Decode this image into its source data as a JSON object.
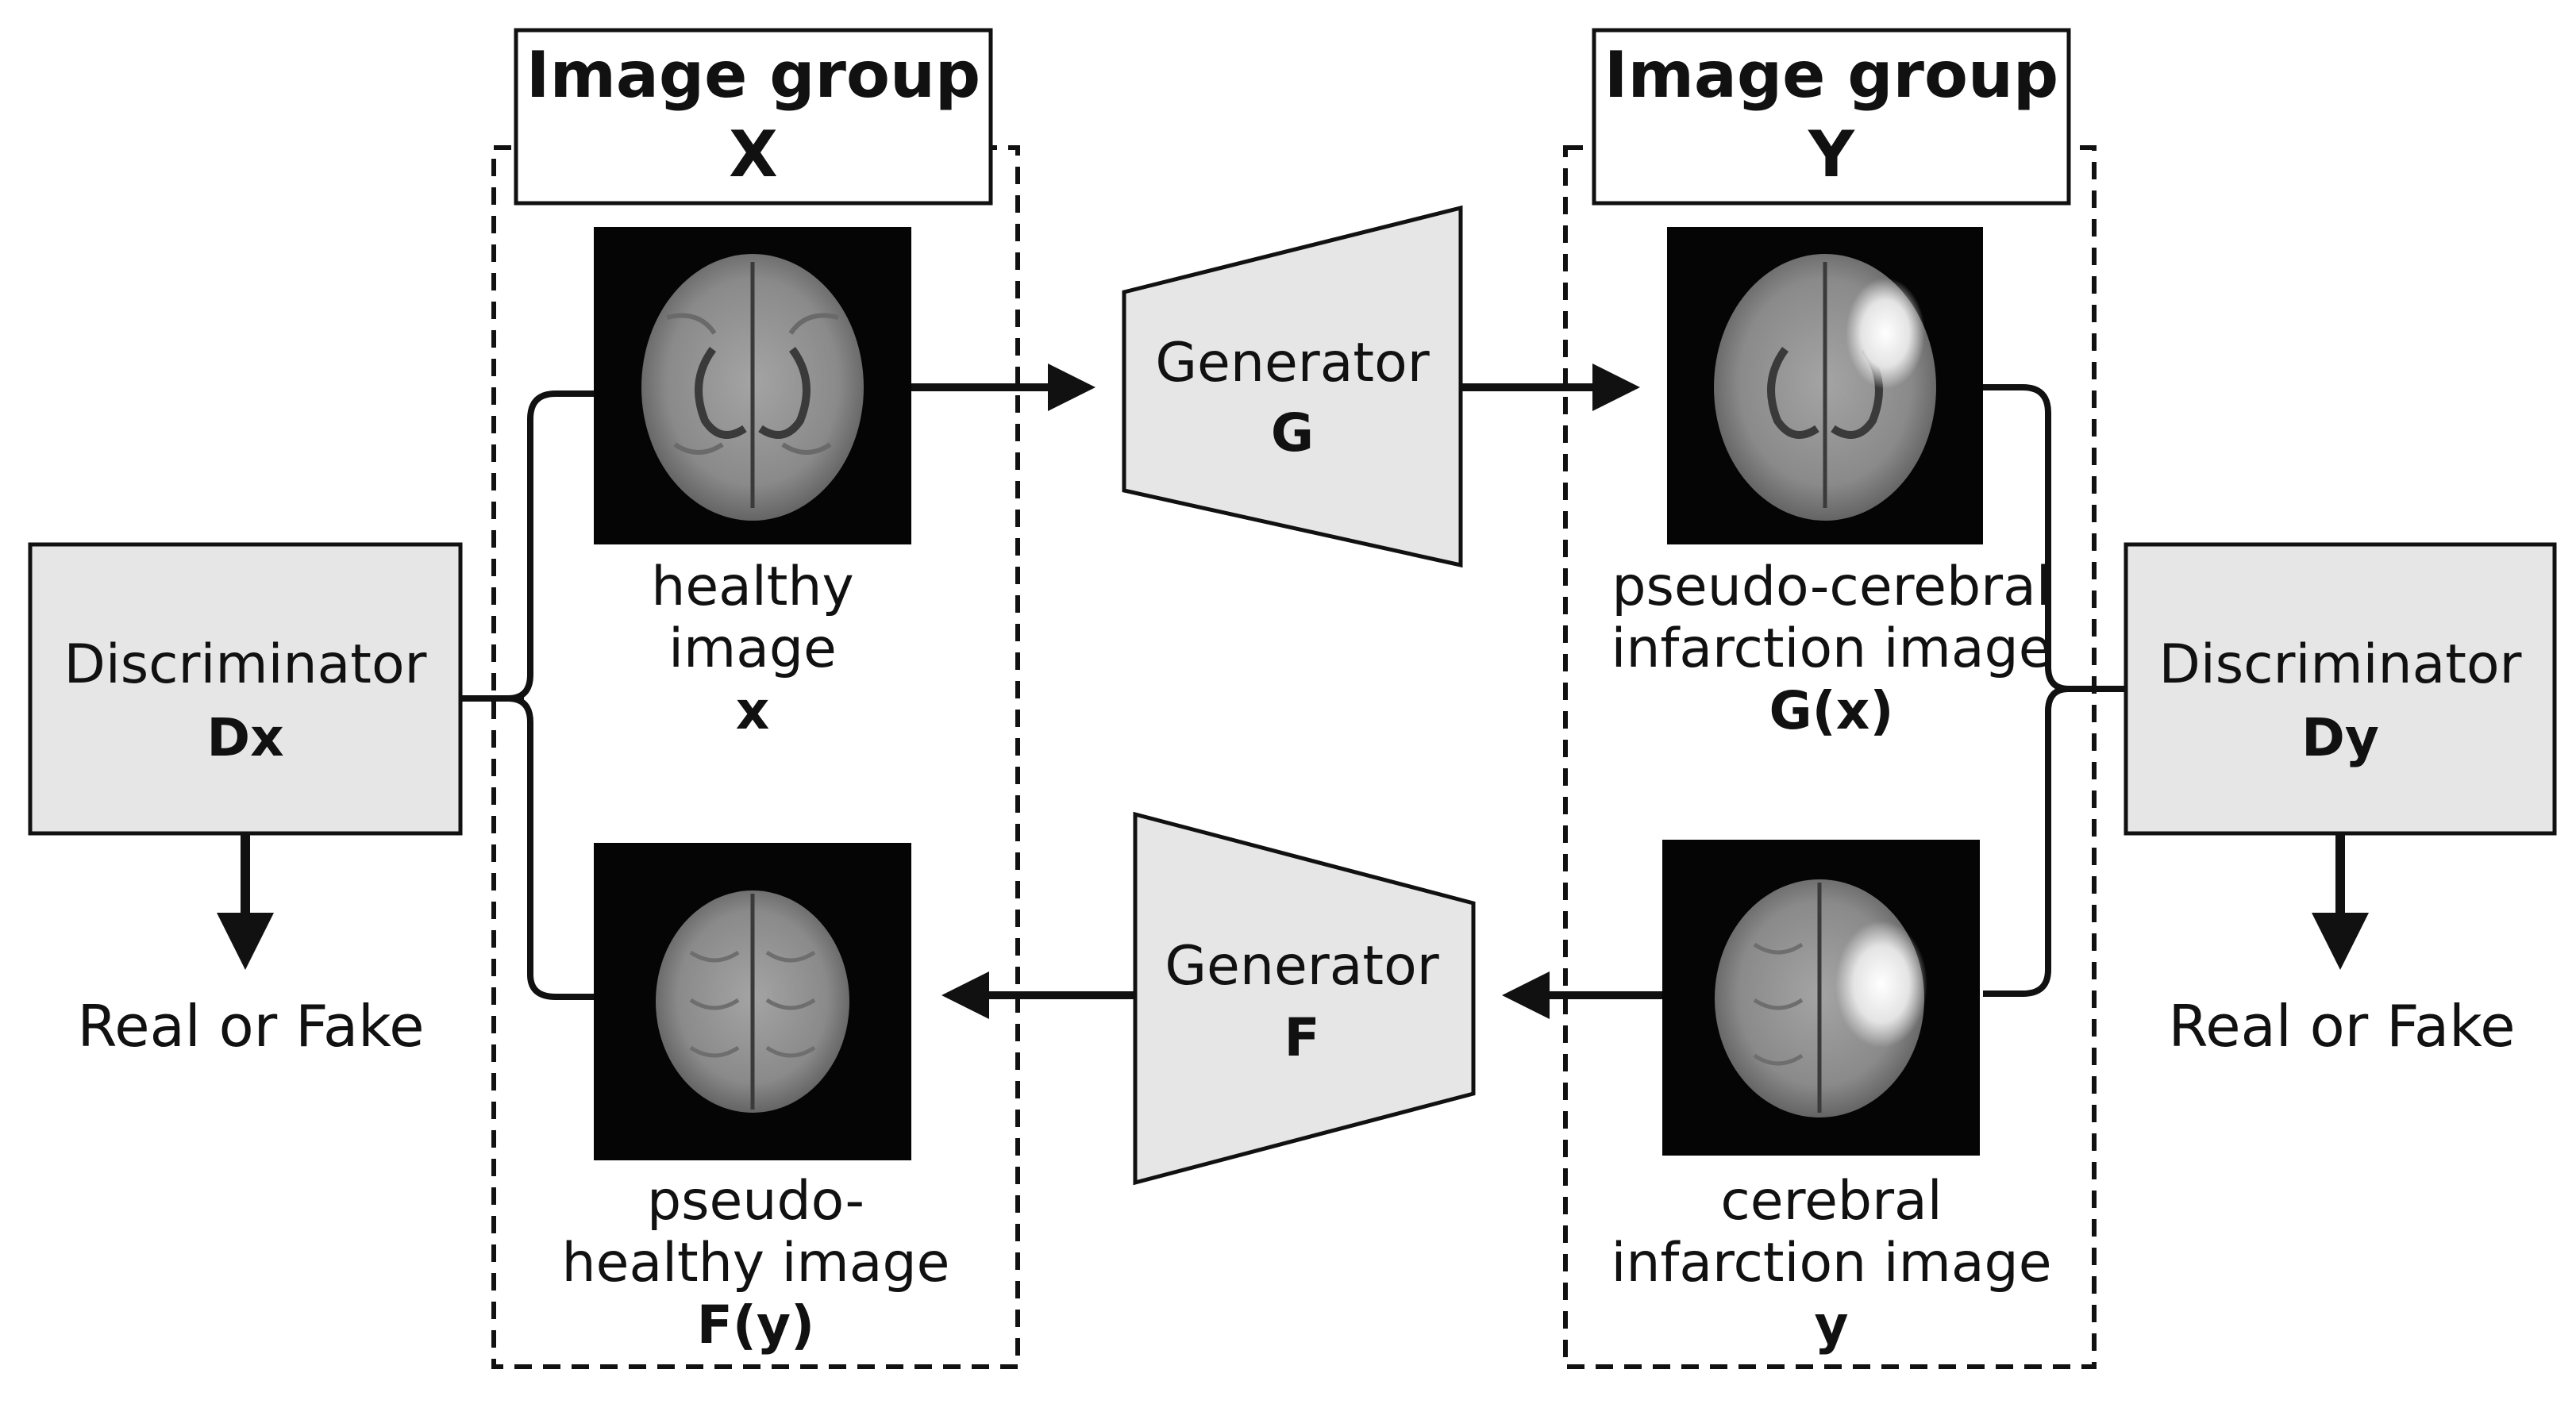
{
  "group_x": {
    "title_line1": "Image group",
    "title_line2": "X",
    "healthy": {
      "line1": "healthy",
      "line2": "image",
      "symbol": "x"
    },
    "pseudo_healthy": {
      "line1": "pseudo-",
      "line2": "healthy image",
      "symbol": "F(y)"
    }
  },
  "group_y": {
    "title_line1": "Image group",
    "title_line2": "Y",
    "pseudo_infarction": {
      "line1": "pseudo-cerebral",
      "line2": "infarction image",
      "symbol": "G(x)"
    },
    "infarction": {
      "line1": "cerebral",
      "line2": "infarction image",
      "symbol": "y"
    }
  },
  "generator_g": {
    "label": "Generator",
    "symbol": "G"
  },
  "generator_f": {
    "label": "Generator",
    "symbol": "F"
  },
  "discriminator_x": {
    "label": "Discriminator",
    "symbol": "Dx",
    "output": "Real or Fake"
  },
  "discriminator_y": {
    "label": "Discriminator",
    "symbol": "Dy",
    "output": "Real or Fake"
  },
  "colors": {
    "box_fill": "#e6e6e6",
    "stroke": "#111111",
    "mri_background": "#050505",
    "brain_tissue": "#8e8e8e",
    "lesion": "#f0f0f0"
  },
  "icons": {
    "healthy_image": "axial-brain-mri-icon",
    "pseudo_infarction_image": "axial-brain-mri-with-lesion-icon",
    "pseudo_healthy_image": "superior-brain-mri-icon",
    "infarction_image": "superior-brain-mri-with-lesion-icon"
  }
}
